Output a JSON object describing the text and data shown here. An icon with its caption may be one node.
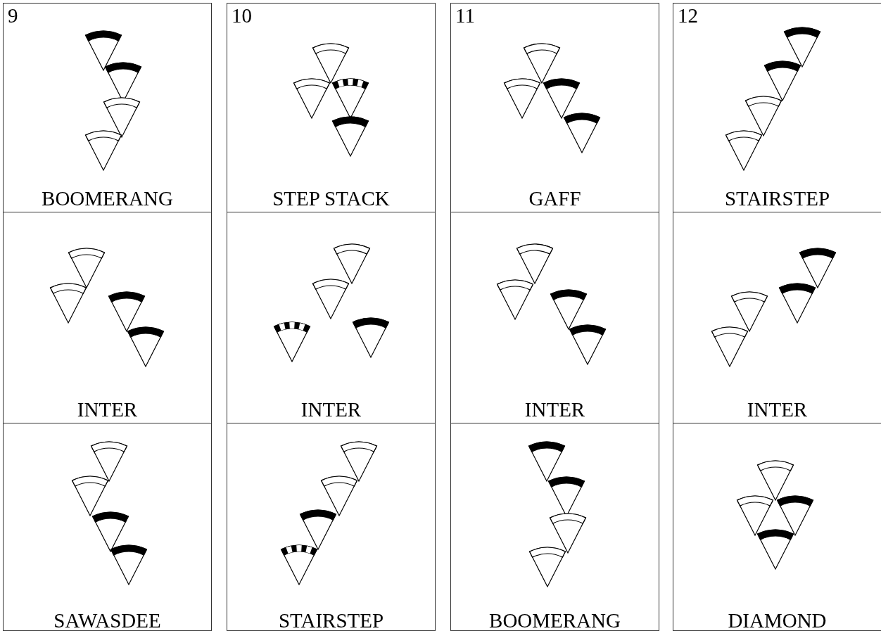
{
  "diagram": {
    "nodes": [
      {
        "text": [
          "9"
        ]
      },
      {
        "text": [
          "BOOMERANG"
        ],
        "in": 0
      },
      {
        "text": [
          "INTER"
        ],
        "in": 0
      },
      {
        "text": [
          "SAWASDEE"
        ],
        "in": 0
      },
      {
        "text": [
          "10"
        ]
      },
      {
        "text": [
          "STEP STACK"
        ],
        "in": 4
      },
      {
        "text": [
          "INTER"
        ],
        "in": 4
      },
      {
        "text": [
          "STAIRSTEP"
        ],
        "in": 4
      },
      {
        "text": [
          "11"
        ]
      },
      {
        "text": [
          "GAFF"
        ],
        "in": 8
      },
      {
        "text": [
          "INTER"
        ],
        "in": 8
      },
      {
        "text": [
          "BOOMERANG"
        ],
        "in": 8
      },
      {
        "text": [
          "12"
        ]
      },
      {
        "text": [
          "STAIRSTEP"
        ],
        "in": 12
      },
      {
        "text": [
          "INTER"
        ],
        "in": 12
      },
      {
        "text": [
          "DIAMOND"
        ],
        "in": 12
      }
    ]
  }
}
